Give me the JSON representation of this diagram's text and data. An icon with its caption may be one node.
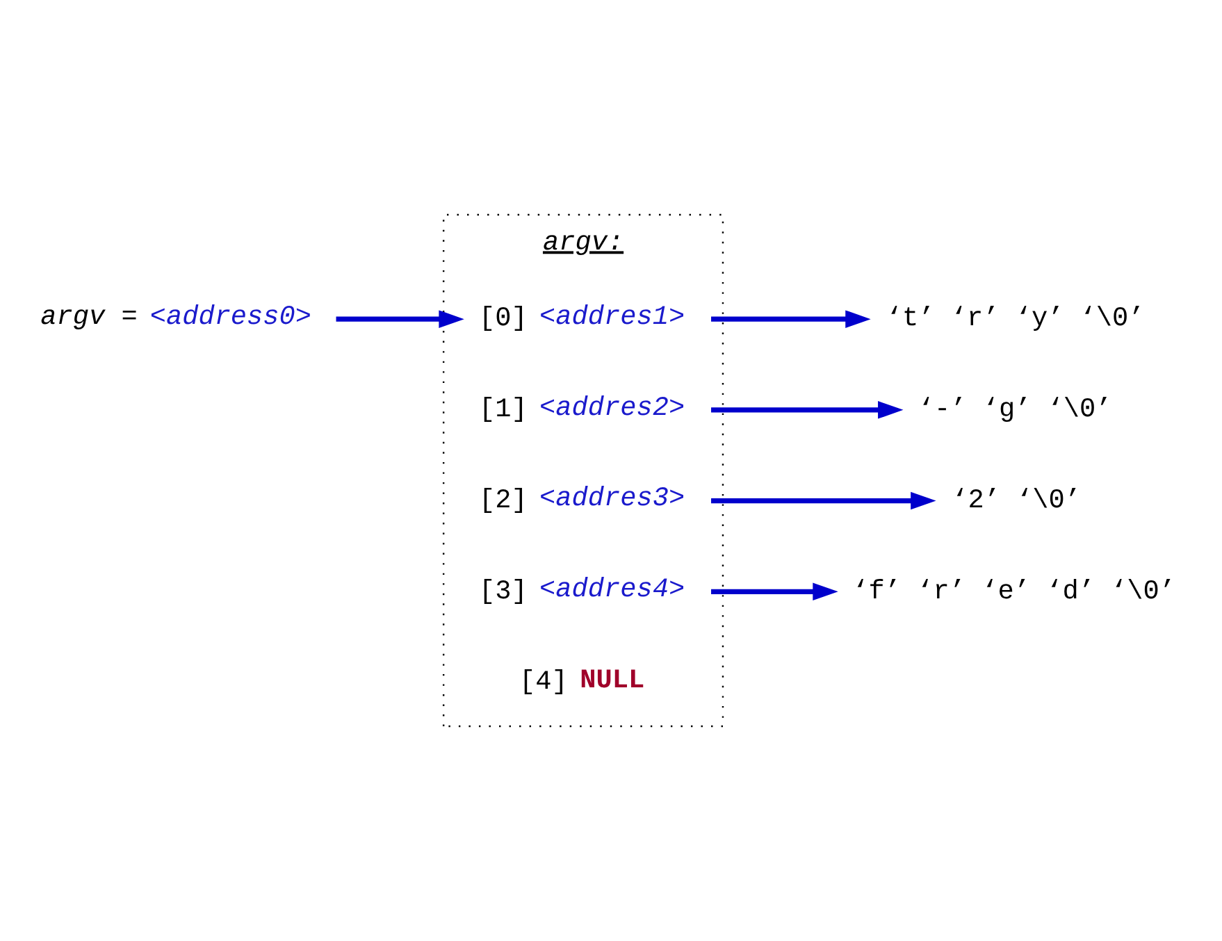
{
  "diagram": {
    "nodes": [
      {
        "text": [
          "argv =",
          "<address0>"
        ]
      },
      {
        "text": [
          "argv:"
        ]
      },
      {
        "text": [
          "[0]",
          "<addres1>"
        ],
        "in": 1
      },
      {
        "text": [
          "[1]",
          "<addres2>"
        ],
        "in": 1
      },
      {
        "text": [
          "[2]",
          "<addres3>"
        ],
        "in": 1
      },
      {
        "text": [
          "[3]",
          "<addres4>"
        ],
        "in": 1
      },
      {
        "text": [
          "[4]",
          "NULL"
        ],
        "in": 1
      },
      {
        "text": [
          "‘t’ ‘r’ ‘y’ ‘\\0’"
        ]
      },
      {
        "text": [
          "‘-’ ‘g’ ‘\\0’"
        ]
      },
      {
        "text": [
          "‘2’ ‘\\0’"
        ]
      },
      {
        "text": [
          "‘f’ ‘r’ ‘e’ ‘d’ ‘\\0’"
        ]
      }
    ],
    "edges": [
      {
        "from": 0,
        "to": 2,
        "arrow": "to"
      },
      {
        "from": 2,
        "to": 7,
        "arrow": "to"
      },
      {
        "from": 3,
        "to": 8,
        "arrow": "to"
      },
      {
        "from": 4,
        "to": 9,
        "arrow": "to"
      },
      {
        "from": 5,
        "to": 10,
        "arrow": "to"
      }
    ]
  }
}
